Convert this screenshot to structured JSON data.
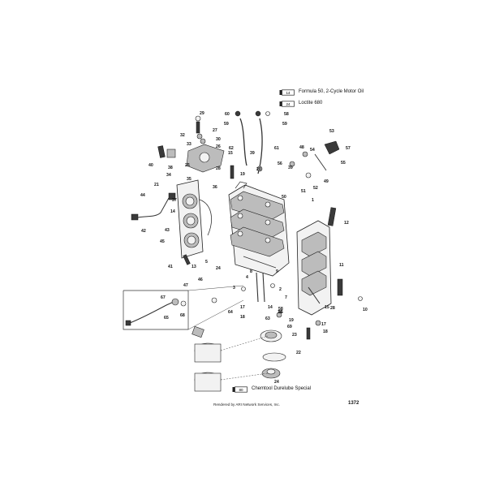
{
  "legend": [
    {
      "badge": "14",
      "text": "Formula 50, 2-Cycle Motor Oil"
    },
    {
      "badge": "24",
      "text": "Loctite 680"
    },
    {
      "badge": "80",
      "text": "Chemtool Durelube Special"
    }
  ],
  "footer": {
    "credit": "Rendered by ARI Network Services, Inc.",
    "page_number": "1372"
  },
  "callouts": [
    "29",
    "60",
    "58",
    "59",
    "59",
    "27",
    "32",
    "33",
    "30",
    "26",
    "25",
    "28",
    "35",
    "62",
    "15",
    "39",
    "61",
    "53",
    "54",
    "48",
    "57",
    "40",
    "38",
    "34",
    "21",
    "44",
    "20",
    "19",
    "56",
    "55",
    "36",
    "37",
    "14",
    "39",
    "51",
    "49",
    "52",
    "50",
    "1",
    "12",
    "42",
    "43",
    "45",
    "13",
    "41",
    "5",
    "24",
    "46",
    "47",
    "8",
    "11",
    "9",
    "4",
    "3",
    "2",
    "7",
    "67",
    "68",
    "65",
    "64",
    "17",
    "14",
    "18",
    "63",
    "19",
    "69",
    "16",
    "10",
    "15",
    "28",
    "17",
    "18",
    "23",
    "22",
    "24",
    "58",
    "16"
  ]
}
